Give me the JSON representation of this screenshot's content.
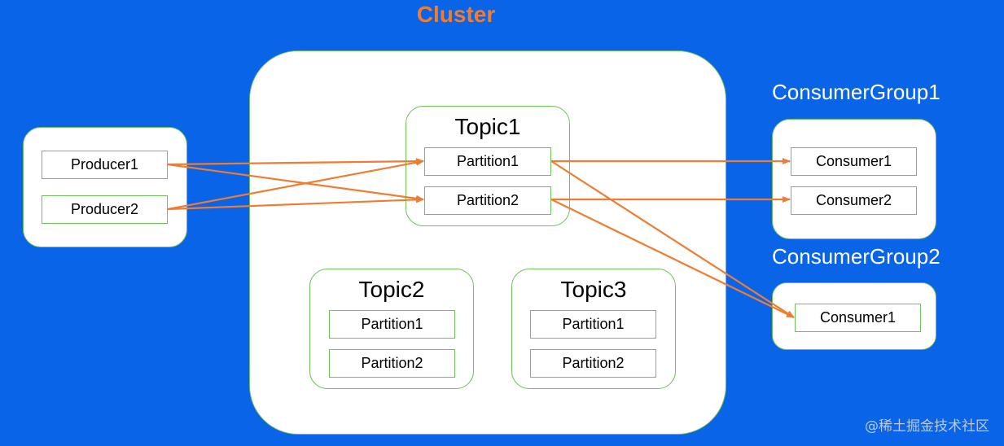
{
  "cluster_title": "Cluster",
  "producers": {
    "p1": "Producer1",
    "p2": "Producer2"
  },
  "topic1": {
    "title": "Topic1",
    "partition1": "Partition1",
    "partition2": "Partition2"
  },
  "topic2": {
    "title": "Topic2",
    "partition1": "Partition1",
    "partition2": "Partition2"
  },
  "topic3": {
    "title": "Topic3",
    "partition1": "Partition1",
    "partition2": "Partition2"
  },
  "group1": {
    "title": "ConsumerGroup1",
    "consumer1": "Consumer1",
    "consumer2": "Consumer2"
  },
  "group2": {
    "title": "ConsumerGroup2",
    "consumer1": "Consumer1"
  },
  "watermark": "@稀土掘金技术社区",
  "colors": {
    "background": "#0964e8",
    "arrow": "#ee7d31",
    "border": "#6fbf5a",
    "panel": "#ffffff"
  }
}
